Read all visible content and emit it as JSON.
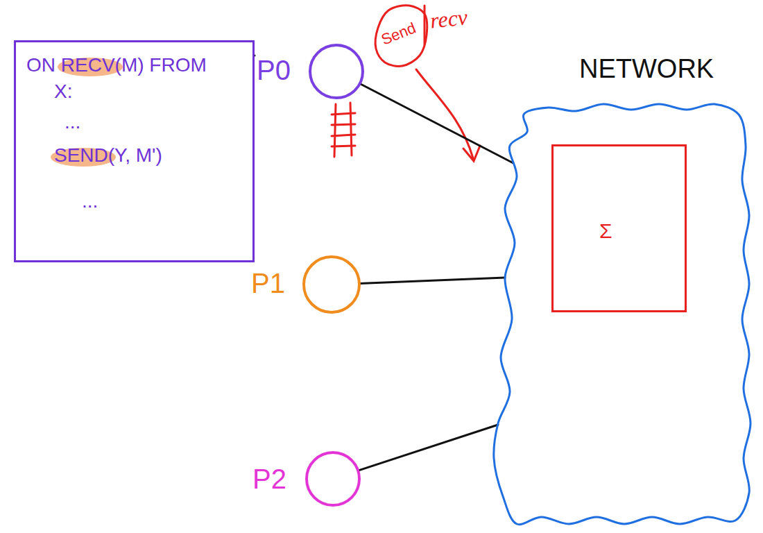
{
  "diagram": {
    "nodes": [
      {
        "text": [
          "ON RECV(M) FROM X:",
          "...",
          "SEND(Y, M')",
          "..."
        ]
      },
      {
        "text": [
          "P0"
        ]
      },
      {
        "text": [
          "P1"
        ]
      },
      {
        "text": [
          "P2"
        ]
      },
      {
        "text": [
          "NETWORK"
        ]
      },
      {
        "text": [
          "Σ"
        ],
        "in": 4
      },
      {
        "text": [
          "Send"
        ]
      }
    ],
    "edges": [
      {
        "from": 0,
        "to": 1,
        "arrow": "none"
      },
      {
        "from": 1,
        "to": 4,
        "arrow": "none"
      },
      {
        "from": 2,
        "to": 4,
        "arrow": "none"
      },
      {
        "from": 3,
        "to": 4,
        "arrow": "none"
      }
    ],
    "labels": [
      "recv"
    ]
  }
}
